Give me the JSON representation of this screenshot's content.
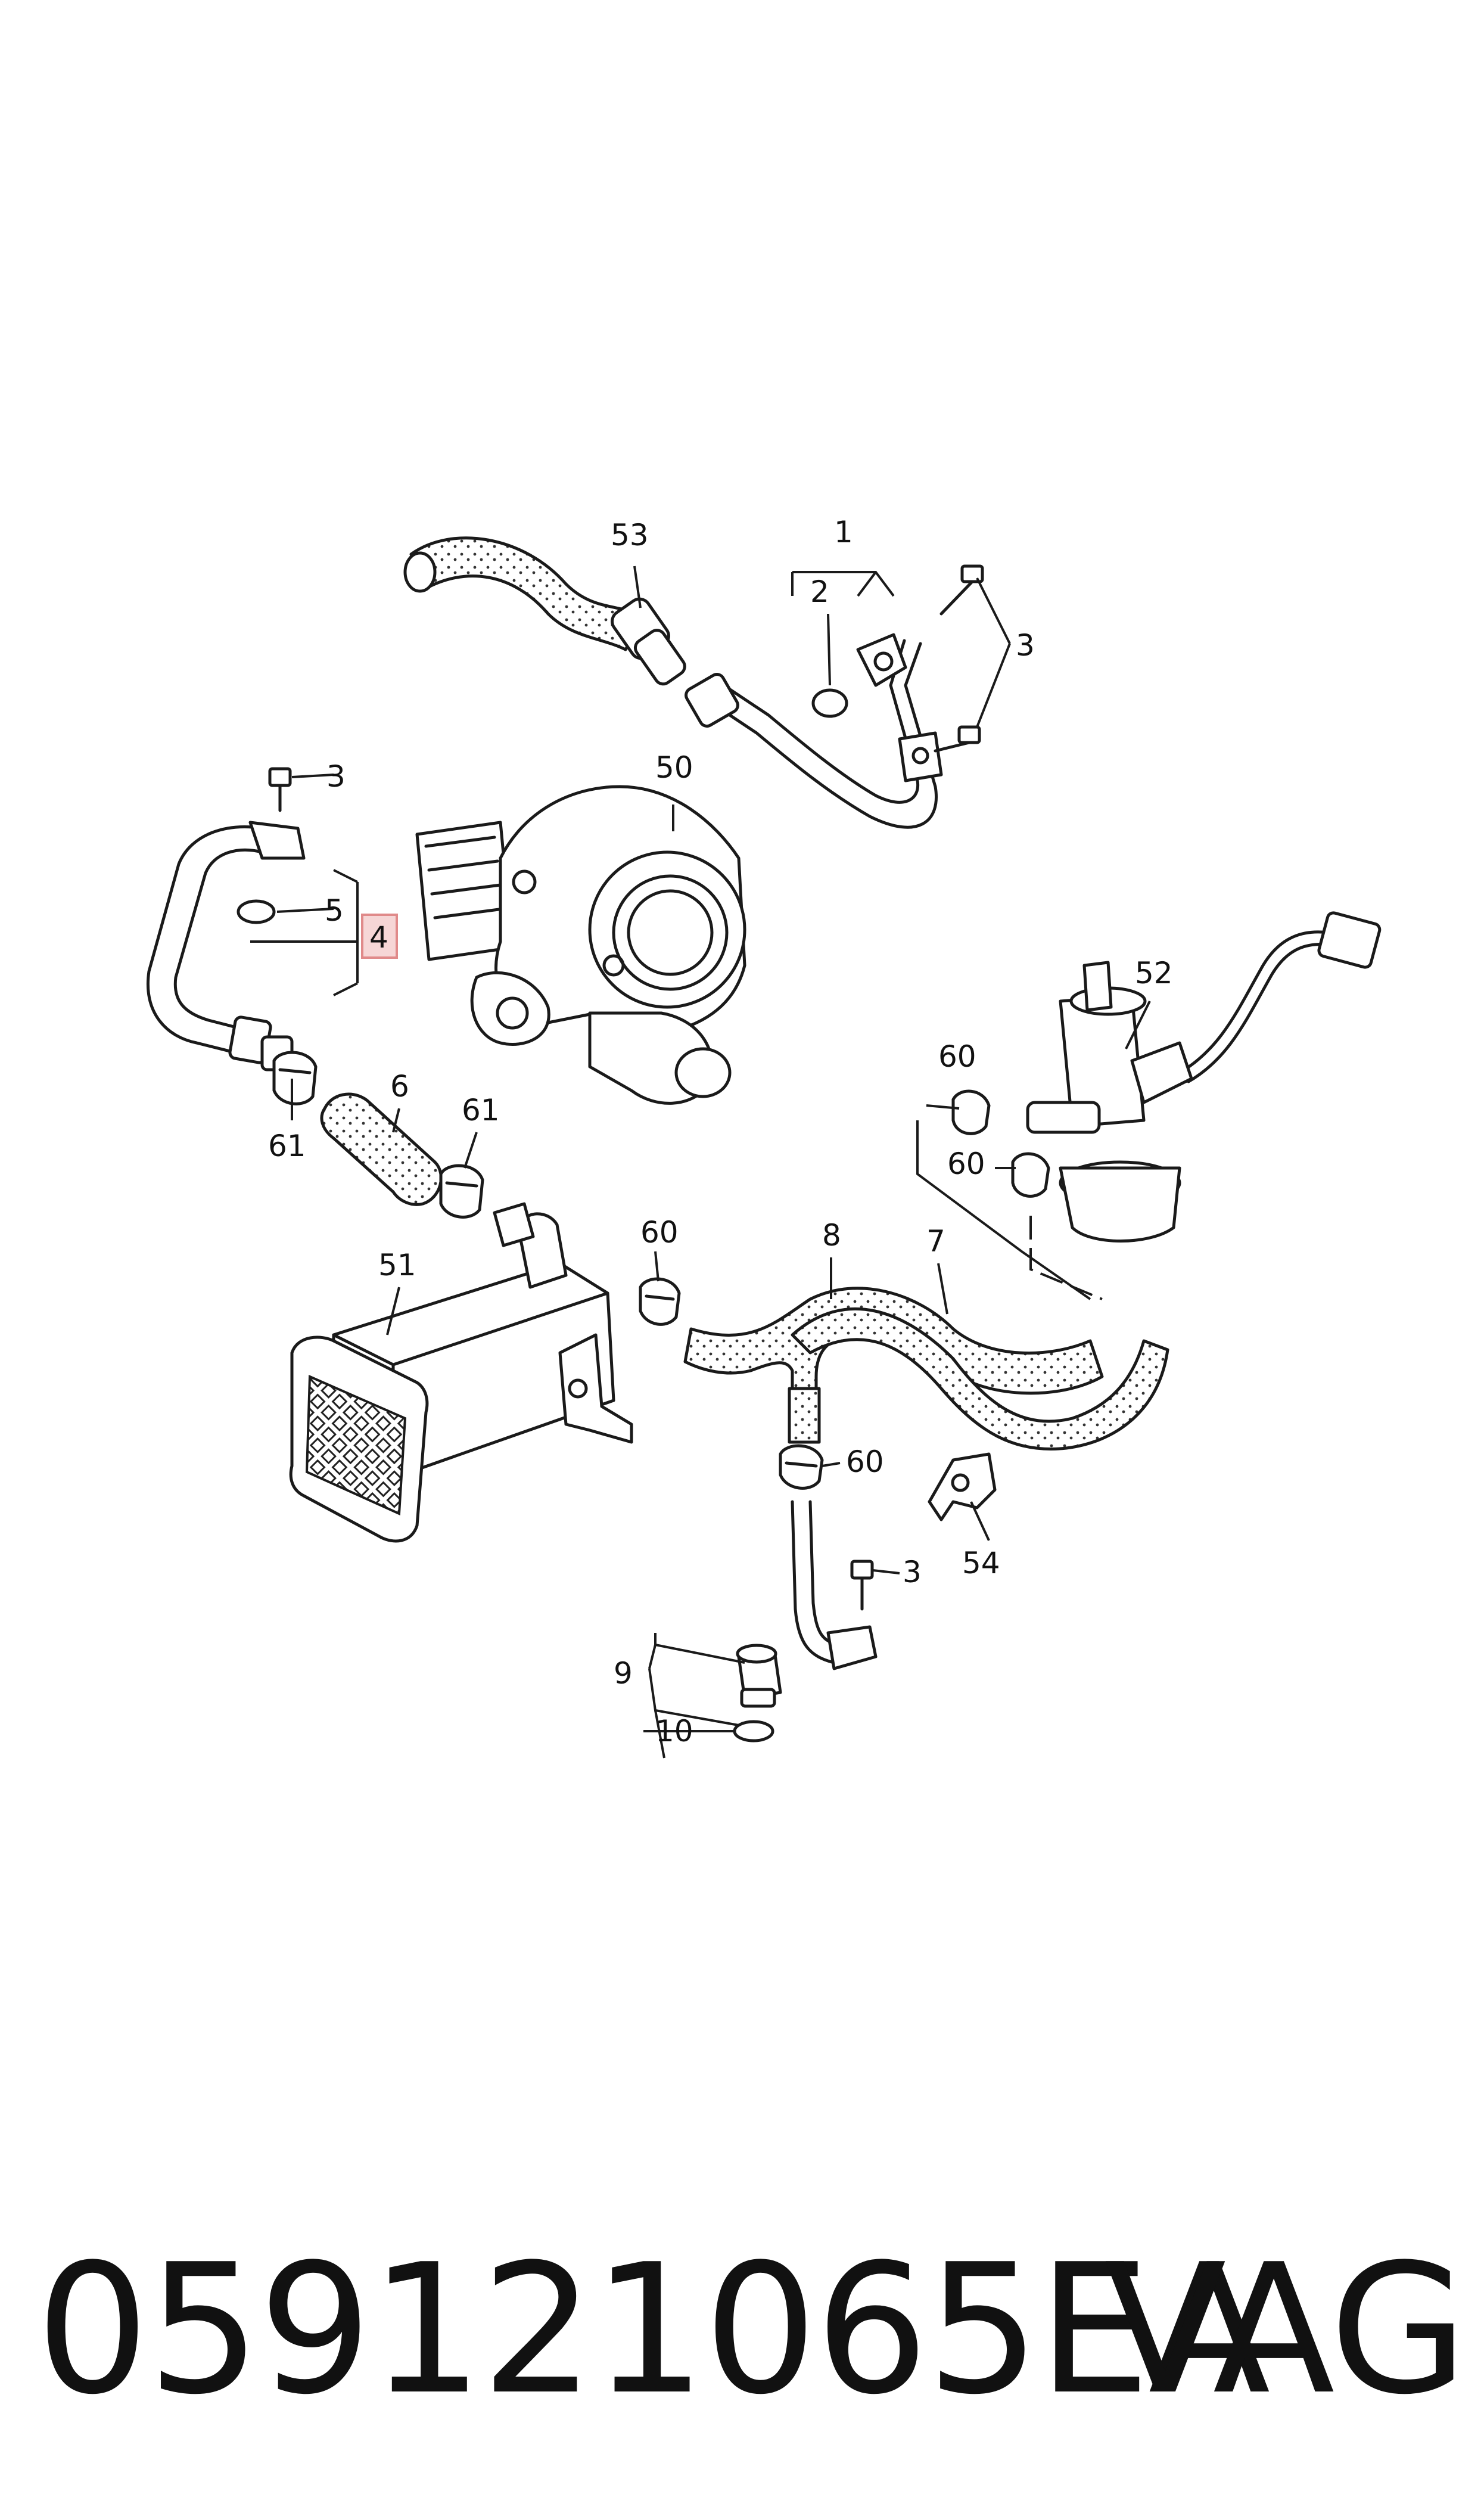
{
  "diagram": {
    "callouts": [
      {
        "id": "53",
        "label": "53"
      },
      {
        "id": "1",
        "label": "1"
      },
      {
        "id": "2",
        "label": "2"
      },
      {
        "id": "3a",
        "label": "3"
      },
      {
        "id": "3b",
        "label": "3"
      },
      {
        "id": "50",
        "label": "50"
      },
      {
        "id": "5",
        "label": "5"
      },
      {
        "id": "4",
        "label": "4"
      },
      {
        "id": "6",
        "label": "6"
      },
      {
        "id": "61a",
        "label": "61"
      },
      {
        "id": "61b",
        "label": "61"
      },
      {
        "id": "52",
        "label": "52"
      },
      {
        "id": "60a",
        "label": "60"
      },
      {
        "id": "60b",
        "label": "60"
      },
      {
        "id": "60c",
        "label": "60"
      },
      {
        "id": "60d",
        "label": "60"
      },
      {
        "id": "51",
        "label": "51"
      },
      {
        "id": "8",
        "label": "8"
      },
      {
        "id": "7",
        "label": "7"
      },
      {
        "id": "3c",
        "label": "3"
      },
      {
        "id": "54",
        "label": "54"
      },
      {
        "id": "9",
        "label": "9"
      },
      {
        "id": "10",
        "label": "10"
      }
    ],
    "highlighted_callout": "4",
    "highlight_color": "#f6d6d6"
  },
  "footer": {
    "part_number": "059121065EA",
    "brand": "VAG"
  }
}
